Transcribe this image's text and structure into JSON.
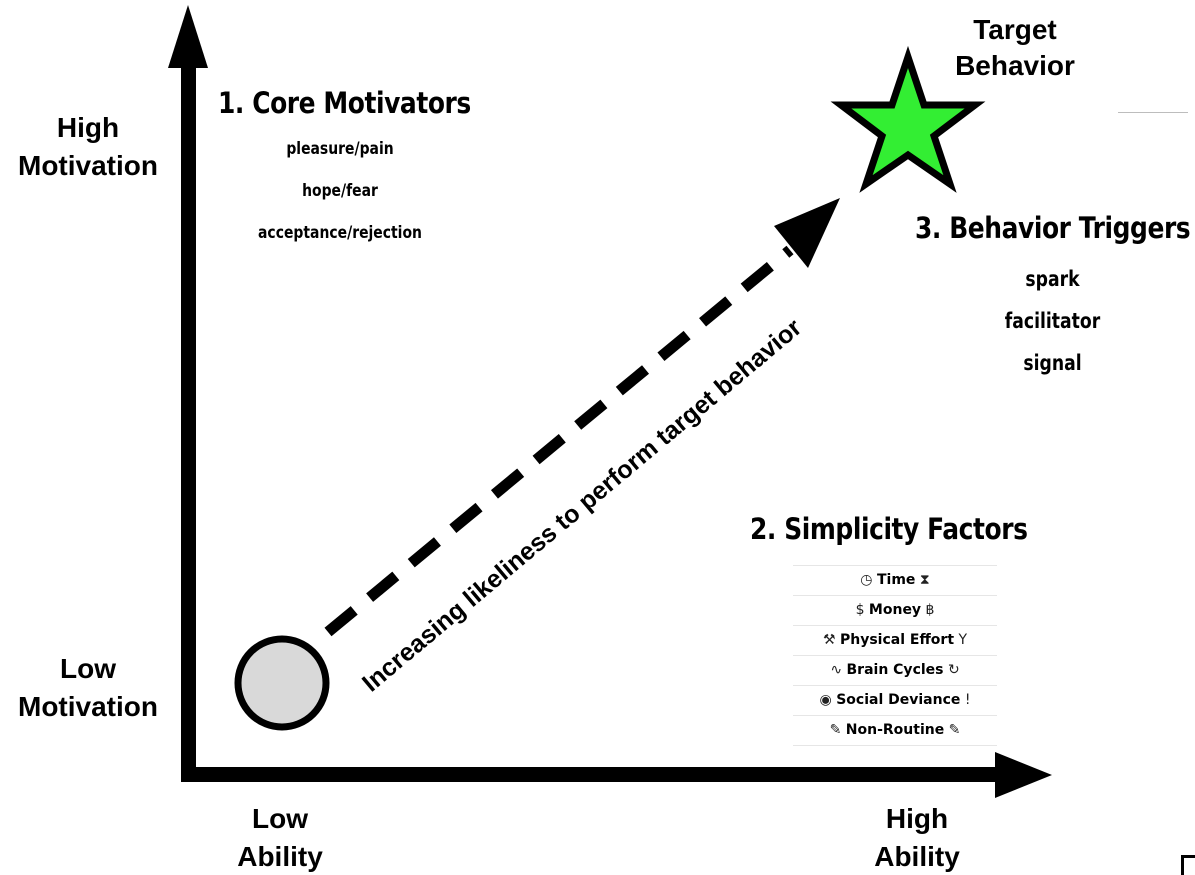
{
  "axes": {
    "y_high": [
      "High",
      "Motivation"
    ],
    "y_low": [
      "Low",
      "Motivation"
    ],
    "x_low": [
      "Low",
      "Ability"
    ],
    "x_high": [
      "High",
      "Ability"
    ]
  },
  "target": {
    "label": [
      "Target",
      "Behavior"
    ],
    "star_color": "#33ee33"
  },
  "start_circle_color": "#d9d9d9",
  "diagonal_label": "Increasing likeliness to perform target behavior",
  "core_motivators": {
    "title": "1. Core Motivators",
    "items": [
      "pleasure/pain",
      "hope/fear",
      "acceptance/rejection"
    ]
  },
  "simplicity_factors": {
    "title": "2. Simplicity Factors",
    "items": [
      {
        "left_icon": "clock-icon",
        "label": "Time",
        "right_icon": "hourglass-icon"
      },
      {
        "left_icon": "dollar-icon",
        "label": "Money",
        "right_icon": "money-bag-icon"
      },
      {
        "left_icon": "tools-icon",
        "label": "Physical Effort",
        "right_icon": "dumbbell-icon"
      },
      {
        "left_icon": "brain-wave-icon",
        "label": "Brain Cycles",
        "right_icon": "refresh-icon"
      },
      {
        "left_icon": "eye-icon",
        "label": "Social Deviance",
        "right_icon": "exclamation-icon"
      },
      {
        "left_icon": "pencil-icon",
        "label": "Non-Routine",
        "right_icon": "pencil-icon"
      }
    ]
  },
  "behavior_triggers": {
    "title": "3. Behavior Triggers",
    "items": [
      "spark",
      "facilitator",
      "signal"
    ]
  },
  "icon_glyphs": {
    "clock-icon": "◷",
    "hourglass-icon": "⧗",
    "dollar-icon": "$",
    "money-bag-icon": "฿",
    "tools-icon": "⚒",
    "dumbbell-icon": "Υ",
    "brain-wave-icon": "∿",
    "refresh-icon": "↻",
    "eye-icon": "◉",
    "exclamation-icon": "!",
    "pencil-icon": "✎"
  }
}
